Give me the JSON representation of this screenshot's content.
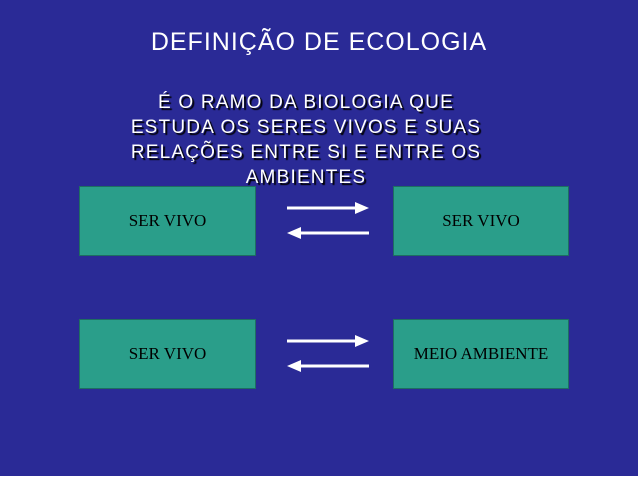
{
  "slide": {
    "title": "DEFINIÇÃO DE ECOLOGIA",
    "definition_lines": [
      "É O RAMO DA BIOLOGIA QUE",
      "ESTUDA OS SERES VIVOS E SUAS",
      "RELAÇÕES ENTRE SI E ENTRE OS",
      "AMBIENTES"
    ]
  },
  "relations": [
    {
      "left": "SER VIVO",
      "right": "SER VIVO"
    },
    {
      "left": "SER VIVO",
      "right": "MEIO AMBIENTE"
    }
  ],
  "colors": {
    "background": "#2a2a96",
    "box_fill": "#2a9e8a",
    "text": "#ffffff",
    "arrow": "#ffffff"
  },
  "icons": {
    "relation_arrows": "bidirectional-arrows-icon"
  }
}
